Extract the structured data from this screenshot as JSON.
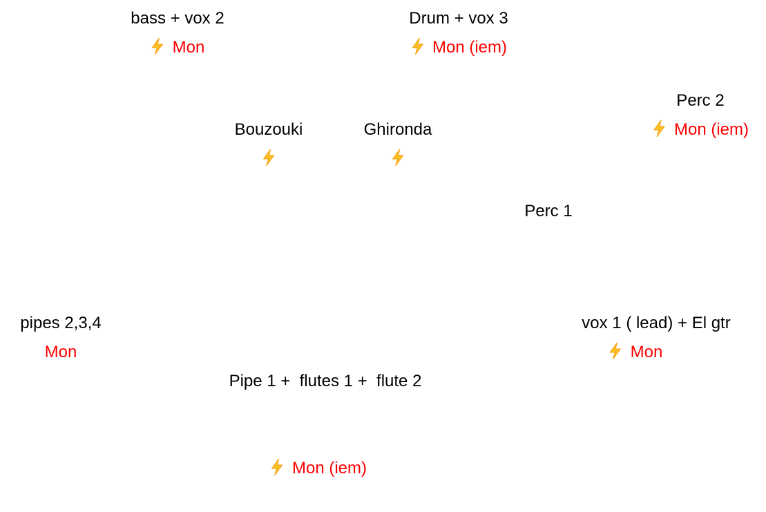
{
  "colors": {
    "label": "#000000",
    "monitor": "#ff0000",
    "power_icon_fill": "#fbbf24",
    "power_icon_stroke": "#f59e0b"
  },
  "stations": {
    "bass_vox2": {
      "name": "bass + vox 2",
      "monitor": "Mon",
      "power": true
    },
    "drum_vox3": {
      "name": "Drum + vox 3",
      "monitor": "Mon (iem)",
      "power": true
    },
    "perc2": {
      "name": "Perc 2",
      "monitor": "Mon (iem)",
      "power": true
    },
    "bouzouki": {
      "name": "Bouzouki",
      "monitor": "",
      "power": true
    },
    "ghironda": {
      "name": "Ghironda",
      "monitor": "",
      "power": true
    },
    "perc1": {
      "name": "Perc 1",
      "monitor": "",
      "power": false
    },
    "pipes_234": {
      "name": "pipes 2,3,4",
      "monitor": "Mon",
      "power": false
    },
    "pipe1_flutes": {
      "name": "Pipe 1 +  flutes 1 +  flute 2",
      "monitor": "Mon (iem)",
      "power": true
    },
    "vox1_elgtr": {
      "name": "vox 1 ( lead) + El gtr",
      "monitor": "Mon",
      "power": true
    }
  }
}
